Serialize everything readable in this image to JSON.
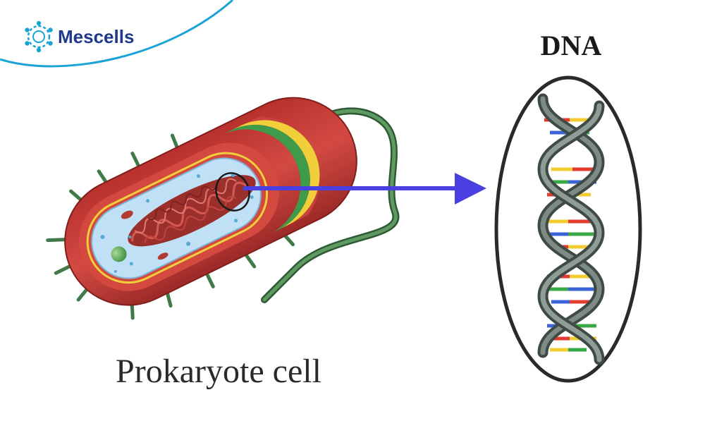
{
  "brand": {
    "name": "Mescells",
    "accent_color": "#1aa3d6",
    "text_color": "#1f3a8a",
    "icon": "molecule-ring-logo"
  },
  "diagram": {
    "dna_label": "DNA",
    "cell_label": "Prokaryote cell",
    "arrow_color": "#4a3fe0",
    "cell_colors": {
      "wall": "#c73a36",
      "membrane_outer": "#f1cf3a",
      "membrane_inner": "#3f9a4a",
      "cytoplasm": "#bfe0f5",
      "nucleoid": "#b23a34",
      "flagellum": "#3f7a48"
    },
    "base_pair_colors": [
      "#e23b2f",
      "#f2cc32",
      "#3a64d6",
      "#39a847"
    ]
  }
}
